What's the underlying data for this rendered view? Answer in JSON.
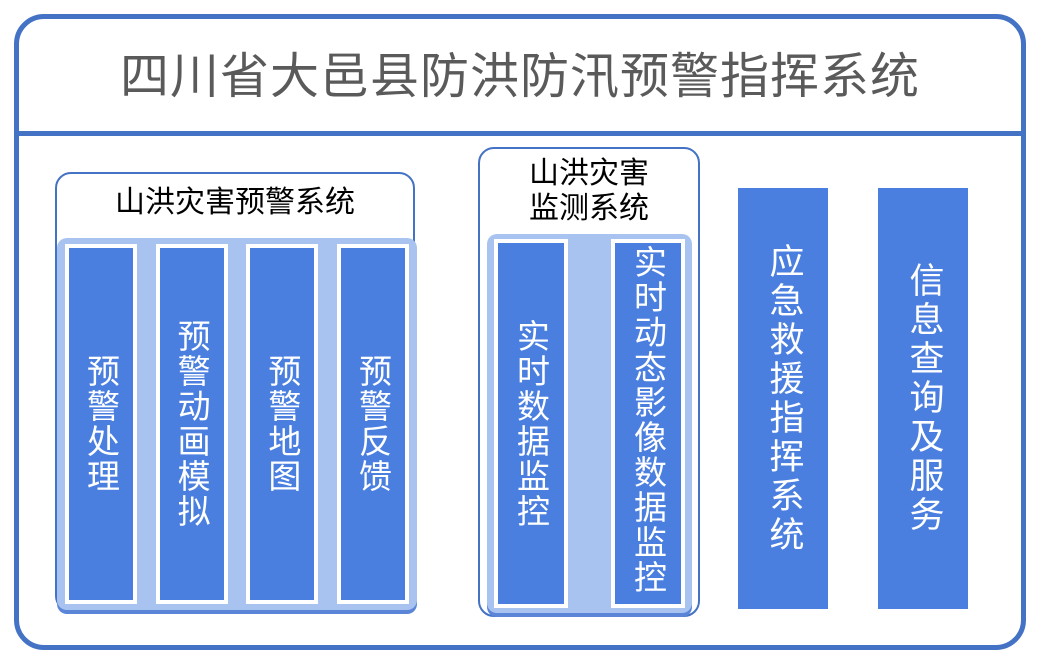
{
  "header": {
    "title": "四川省大邑县防洪防汛预警指挥系统"
  },
  "panels": {
    "warning_system": {
      "title": "山洪灾害预警系统",
      "modules": [
        {
          "label": "预警处理"
        },
        {
          "label": "预警动画模拟"
        },
        {
          "label": "预警地图"
        },
        {
          "label": "预警反馈"
        }
      ]
    },
    "monitor_system": {
      "title": "山洪灾害\n监测系统",
      "modules": [
        {
          "label": "实时数据监控"
        },
        {
          "label": "实时动态影像数据监控"
        }
      ]
    }
  },
  "standalone_modules": [
    {
      "label": "应急救援指挥系统"
    },
    {
      "label": "信息查询及服务"
    }
  ],
  "colors": {
    "frame_blue": "#4472C4",
    "bar_blue": "#4A7FE0",
    "bay_blue": "#A8C3F0",
    "bay_shadow": "#5B86D8",
    "title_gray": "#5A5A5A",
    "bar_text": "#FFFFFF",
    "panel_title_text": "#000000",
    "page_background": "#FFFFFF"
  }
}
